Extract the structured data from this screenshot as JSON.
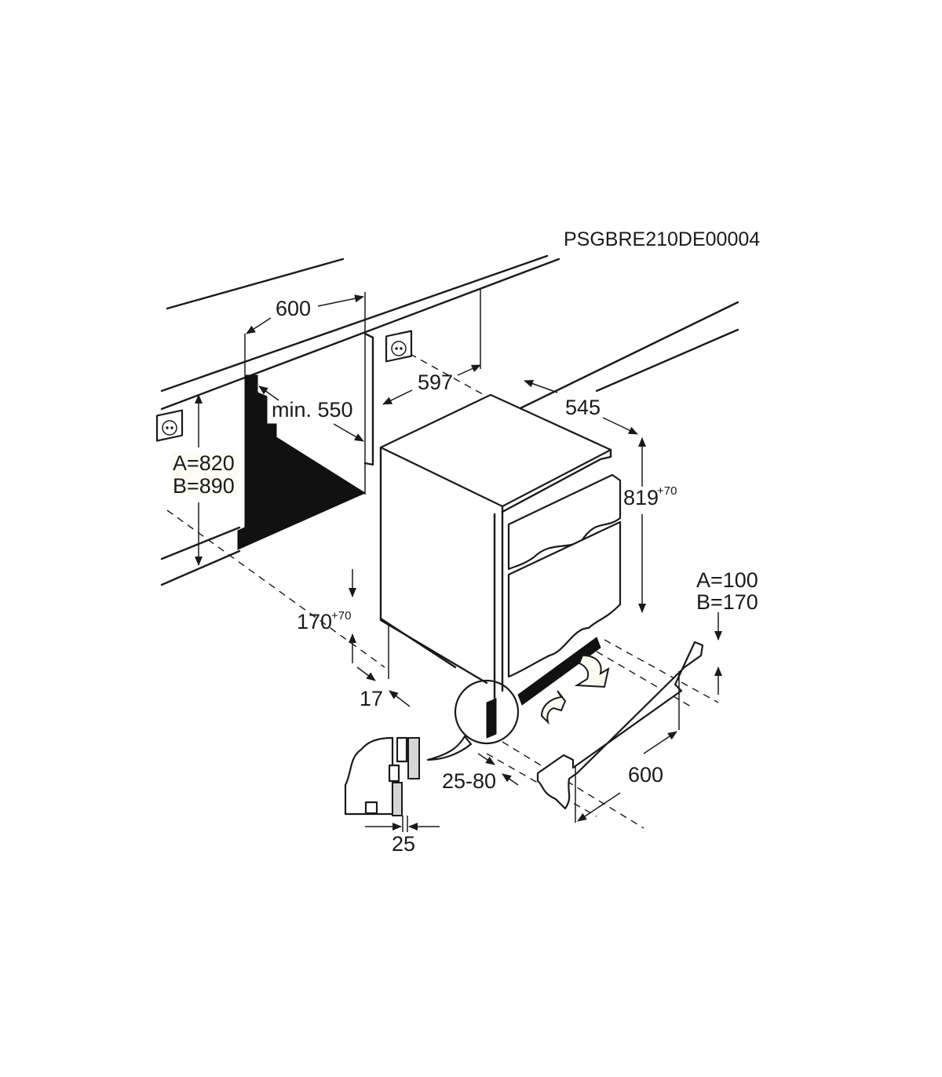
{
  "drawing_code": "PSGBRE210DE00004",
  "dimensions": {
    "niche_width": "600",
    "niche_min_depth": "min. 550",
    "appliance_width": "597",
    "appliance_depth": "545",
    "niche_height_a": "A=820",
    "niche_height_b": "B=890",
    "appliance_height": "819",
    "appliance_height_tol": "+70",
    "plinth_height_a": "A=100",
    "plinth_height_b": "B=170",
    "foot_height": "170",
    "foot_height_tol": "+70",
    "door_offset": "17",
    "door_gap": "25-80",
    "plinth_width": "600",
    "panel_thickness": "25"
  },
  "icons": [
    "power-socket-icon",
    "power-socket-icon",
    "air-inlet-arrow-icon",
    "air-outlet-arrow-icon"
  ]
}
